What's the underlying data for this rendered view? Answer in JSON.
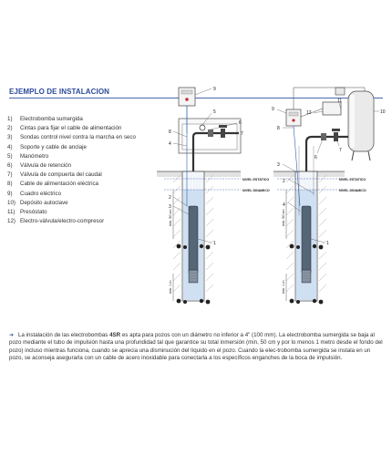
{
  "title": "EJEMPLO DE INSTALACION",
  "legend": [
    {
      "num": "1)",
      "text": "Electrobomba sumergida"
    },
    {
      "num": "2)",
      "text": "Cintas para fijar el cable de alimentación"
    },
    {
      "num": "3)",
      "text": "Sondas control nivel contra la marcha en seco"
    },
    {
      "num": "4)",
      "text": "Soporte y cable de anclaje"
    },
    {
      "num": "5)",
      "text": "Manómetro"
    },
    {
      "num": "6)",
      "text": "Válvula de retención"
    },
    {
      "num": "7)",
      "text": "Válvula de compuerta del caudal"
    },
    {
      "num": "8)",
      "text": "Cable de alimentación eléctrica"
    },
    {
      "num": "9)",
      "text": "Cuadro eléctrico"
    },
    {
      "num": "10)",
      "text": "Depósito autoclave"
    },
    {
      "num": "11)",
      "text": "Presóstato"
    },
    {
      "num": "12)",
      "text": "Electro-válvula/electro-compresor"
    }
  ],
  "diagram_left": {
    "nivel_estatico": "NIVEL ESTATICO",
    "nivel_dinamico": "NIVEL DINAMICO",
    "min_50": "min. 50 cm",
    "min_1m": "min. 1 m",
    "callouts": [
      "9",
      "5",
      "6",
      "7",
      "8",
      "4",
      "2",
      "3",
      "1"
    ]
  },
  "diagram_right": {
    "nivel_estatico": "NIVEL ESTATICO",
    "nivel_dinamico": "NIVEL DINAMICO",
    "min_50": "min. 50 cm",
    "min_1m": "min. 1 m",
    "callouts": [
      "9",
      "12",
      "11",
      "10",
      "6",
      "7",
      "8",
      "4",
      "3",
      "2",
      "1"
    ]
  },
  "note": {
    "part1": "La instalación de las electrobombas ",
    "model": "4SR",
    "part2": " es apta para pozos con un diámetro no inferior a 4\" (100 mm). La electrobomba sumergida se baja al pozo mediante el tubo de impulsión hasta una profundidad tal que garantice su total inmersión (min, 50 cm y por lo menos 1 metro desde el fondo del pozo) incluso mientras funciona, cuando se aprecia una disminución del líquido en el pozo. Cuando la elec-trobomba sumergida se instala en un pozo, se aconseja asegurarla con un cable de acero inoxidable para conectarla a los específicos enganches de la boca de impulsión."
  },
  "colors": {
    "accent": "#2a4a9a",
    "water": "#cfe0f2",
    "pump": "#556677"
  }
}
